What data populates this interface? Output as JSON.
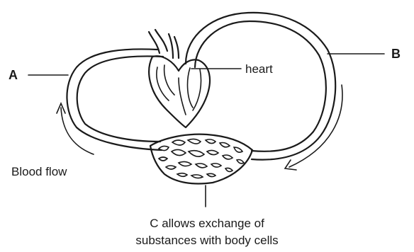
{
  "labels": {
    "a": "A",
    "b": "B",
    "heart": "heart",
    "blood_flow": "Blood flow",
    "c_line1": "C allows exchange of",
    "c_line2": "substances with body cells"
  }
}
